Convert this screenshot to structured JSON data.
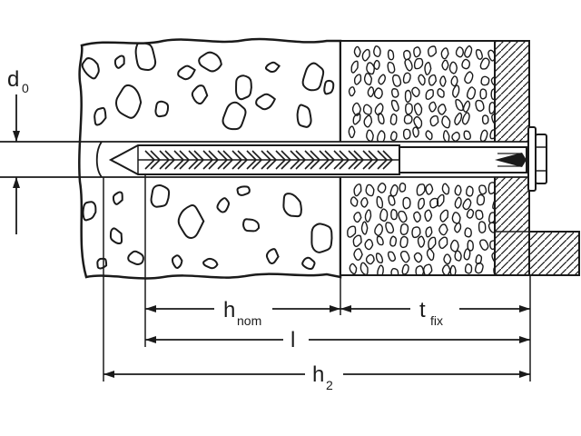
{
  "labels": {
    "d0": {
      "main": "d",
      "sub": "0"
    },
    "h_nom": {
      "main": "h",
      "sub": "nom"
    },
    "t_fix": {
      "main": "t",
      "sub": "fix"
    },
    "l": {
      "main": "l"
    },
    "h2": {
      "main": "h",
      "sub": "2"
    }
  },
  "colors": {
    "ink": "#1a1a1a",
    "background": "#ffffff"
  }
}
